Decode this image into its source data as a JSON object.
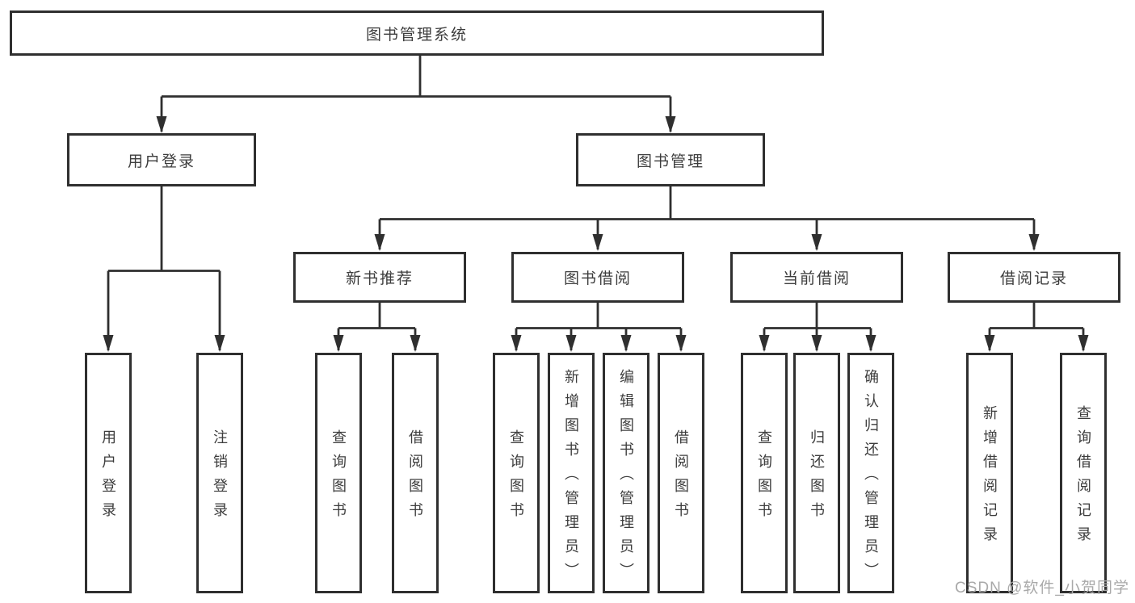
{
  "diagram": {
    "root": {
      "label": "图书管理系统"
    },
    "level2": [
      {
        "label": "用户登录"
      },
      {
        "label": "图书管理"
      }
    ],
    "level3": [
      {
        "label": "新书推荐"
      },
      {
        "label": "图书借阅"
      },
      {
        "label": "当前借阅"
      },
      {
        "label": "借阅记录"
      }
    ],
    "leaves": {
      "login": [
        {
          "label": "用户登录"
        },
        {
          "label": "注销登录"
        }
      ],
      "newbook": [
        {
          "label": "查询图书"
        },
        {
          "label": "借阅图书"
        }
      ],
      "borrow": [
        {
          "label": "查询图书"
        },
        {
          "label": "新增图书（管理员）"
        },
        {
          "label": "编辑图书（管理员）"
        },
        {
          "label": "借阅图书"
        }
      ],
      "current": [
        {
          "label": "查询图书"
        },
        {
          "label": "归还图书"
        },
        {
          "label": "确认归还（管理员）"
        }
      ],
      "records": [
        {
          "label": "新增借阅记录"
        },
        {
          "label": "查询借阅记录"
        }
      ]
    },
    "watermark": "CSDN @软件_小贺同学",
    "colors": {
      "line": "#2f2f2f",
      "text": "#3d3d3d",
      "box_background": "#ffffff",
      "watermark": "#a9a9a9"
    }
  }
}
